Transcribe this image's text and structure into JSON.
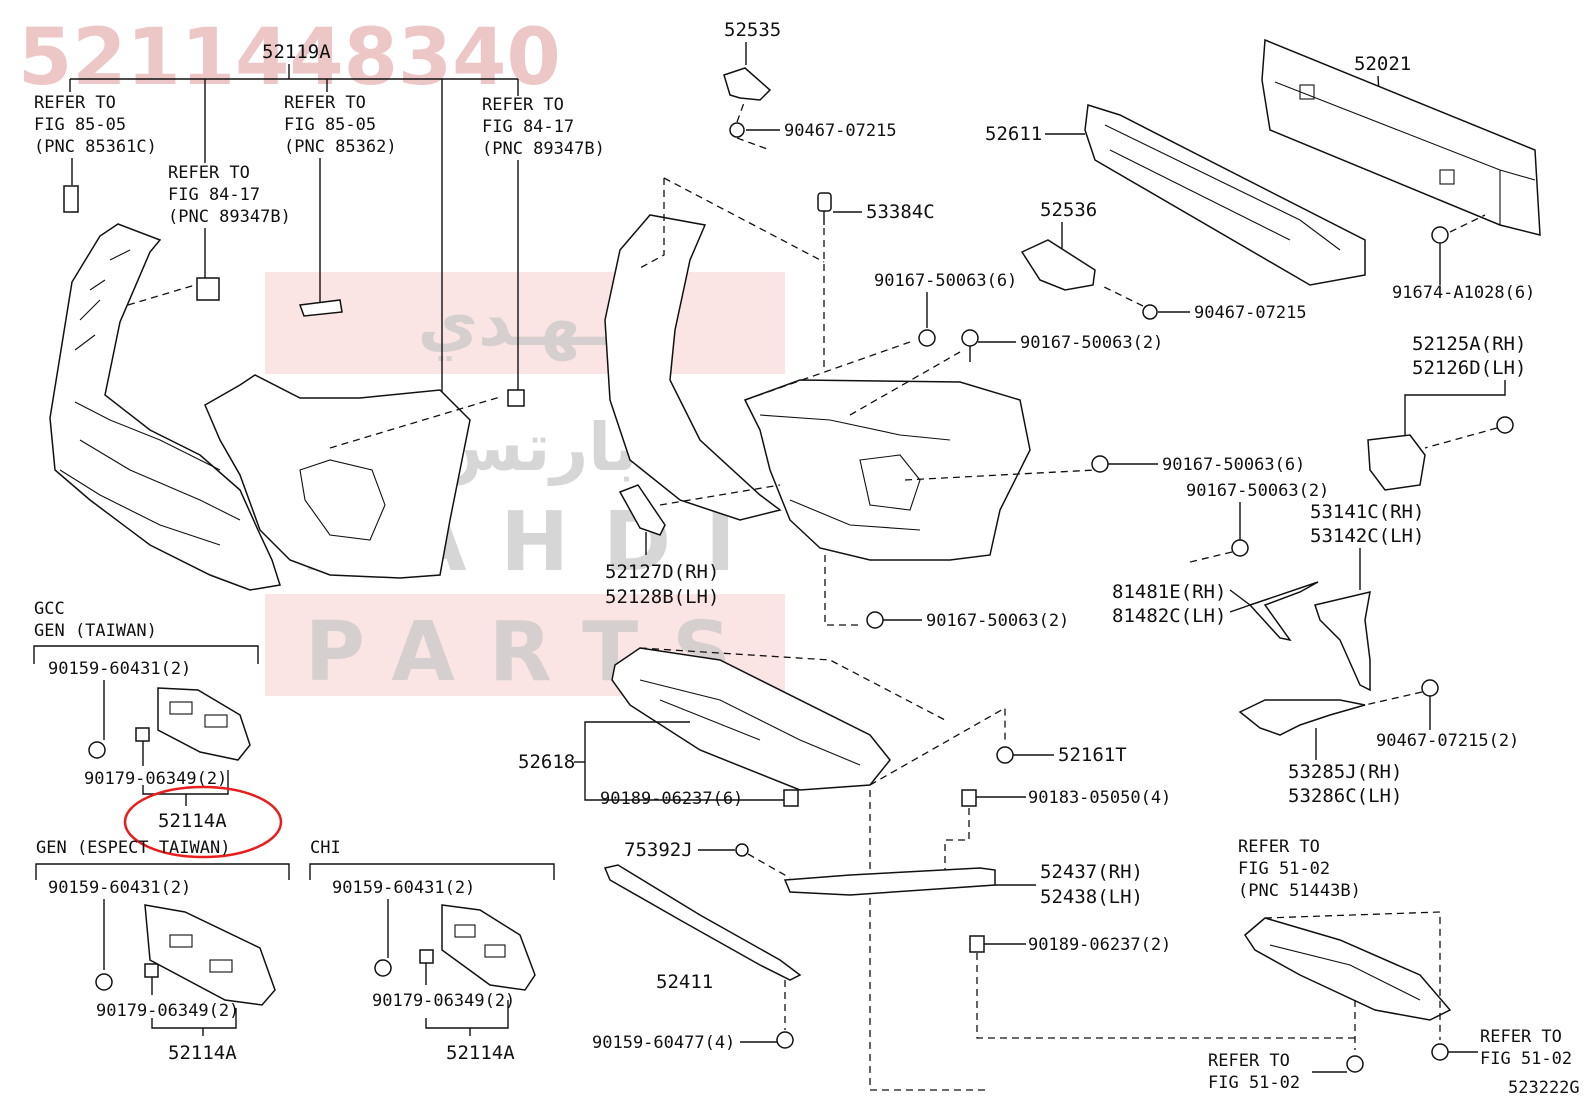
{
  "watermark": {
    "part_number": "5211448340",
    "arabic_top": "الـهـدي",
    "arabic_bottom": "بارتس",
    "latin_top": "NAHDI",
    "latin_bottom": "PARTS"
  },
  "figure_code": "523222G",
  "groups": {
    "gcc": "GCC",
    "gen_taiwan": "GEN (TAIWAN)",
    "gen_except_taiwan": "GEN (ESPECT TAIWAN)",
    "chi": "CHI"
  },
  "refs": {
    "r1": [
      "REFER TO",
      "FIG 85-05",
      "(PNC 85361C)"
    ],
    "r2": [
      "REFER TO",
      "FIG 84-17",
      "(PNC 89347B)"
    ],
    "r3": [
      "REFER TO",
      "FIG 85-05",
      "(PNC 85362)"
    ],
    "r4": [
      "REFER TO",
      "FIG 84-17",
      "(PNC 89347B)"
    ],
    "r5": [
      "REFER TO",
      "FIG 51-02",
      "(PNC 51443B)"
    ],
    "r6": [
      "REFER TO",
      "FIG 51-02"
    ],
    "r7": [
      "REFER TO",
      "FIG 51-02"
    ]
  },
  "labels": {
    "p52119A": "52119A",
    "p52535": "52535",
    "p90467_07215_a": "90467-07215",
    "p53384C": "53384C",
    "p52021": "52021",
    "p52611": "52611",
    "p52536": "52536",
    "p90467_07215_b": "90467-07215",
    "p91674": "91674-A1028(6)",
    "p90167_6a": "90167-50063(6)",
    "p90167_2a": "90167-50063(2)",
    "p52125A": "52125A(RH)",
    "p52126D": "52126D(LH)",
    "p90167_6b": "90167-50063(6)",
    "p90167_2b": "90167-50063(2)",
    "p53141C": "53141C(RH)",
    "p53142C": "53142C(LH)",
    "p52127D": "52127D(RH)",
    "p52128B": "52128B(LH)",
    "p81481E": "81481E(RH)",
    "p81482C": "81482C(LH)",
    "p90167_2c": "90167-50063(2)",
    "p90159_60431_a": "90159-60431(2)",
    "p90179_06349_a": "90179-06349(2)",
    "p52114A_a": "52114A",
    "p52618": "52618",
    "p90189_06237_6": "90189-06237(6)",
    "p52161T": "52161T",
    "p90183": "90183-05050(4)",
    "p90467_07215_2": "90467-07215(2)",
    "p53285J": "53285J(RH)",
    "p53286C": "53286C(LH)",
    "p75392J": "75392J",
    "p52437": "52437(RH)",
    "p52438": "52438(LH)",
    "p90159_60431_b": "90159-60431(2)",
    "p90159_60431_c": "90159-60431(2)",
    "p90179_06349_b": "90179-06349(2)",
    "p90179_06349_c": "90179-06349(2)",
    "p52114A_b": "52114A",
    "p52114A_c": "52114A",
    "p52411": "52411",
    "p90189_06237_2": "90189-06237(2)",
    "p90159_60477": "90159-60477(4)"
  },
  "highlight_color": "#e81e1e"
}
